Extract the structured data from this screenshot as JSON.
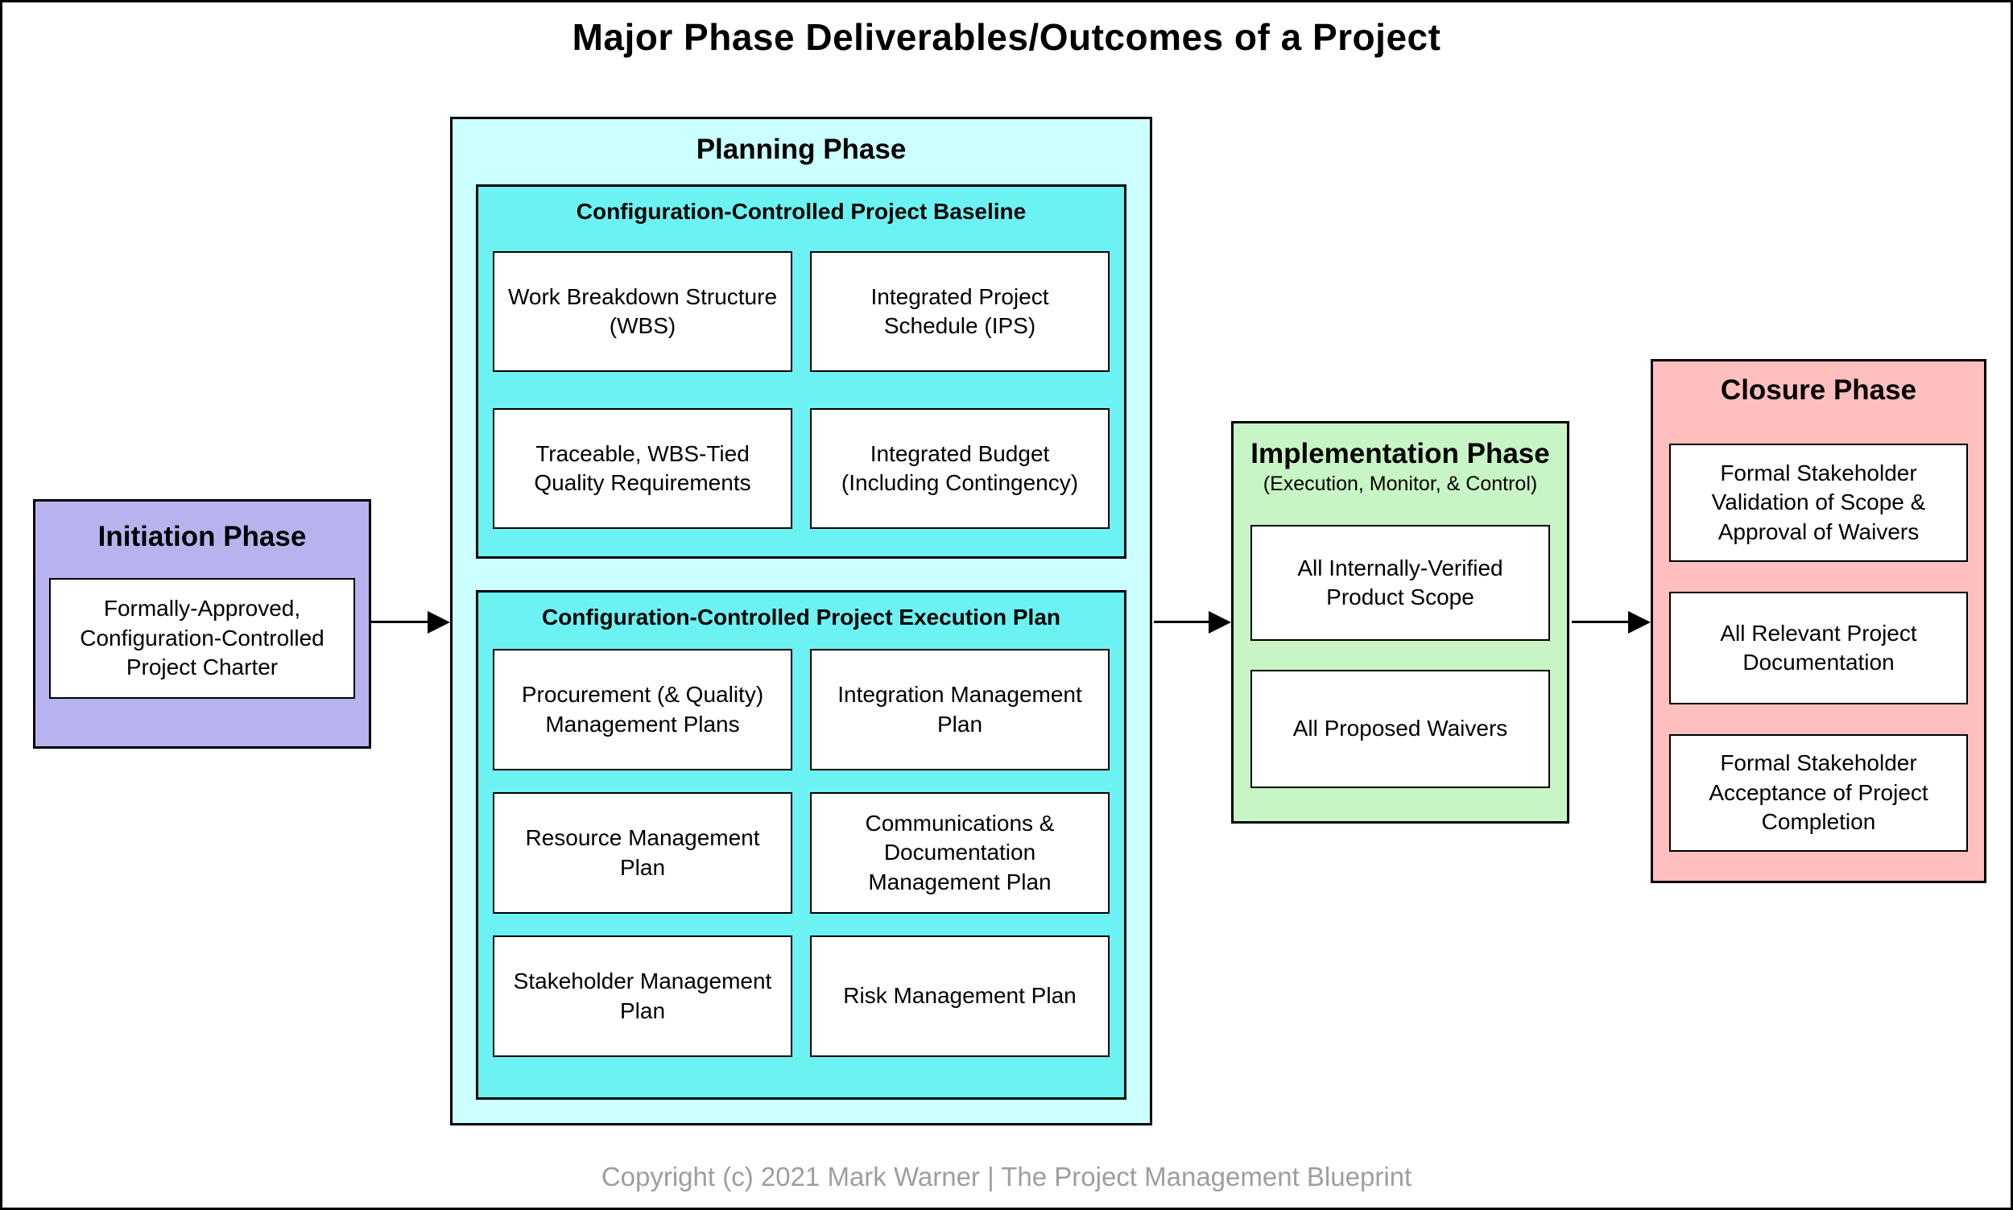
{
  "title": "Major Phase Deliverables/Outcomes of a Project",
  "colors": {
    "initiation_bg": "#b6b3ee",
    "planning_bg": "#ccffff",
    "section_bg": "#6cf2f2",
    "implementation_bg": "#c8f5c5",
    "closure_bg": "#ffbfbf",
    "card_bg": "#ffffff",
    "line": "#000000",
    "footer_text": "#9e9e9e"
  },
  "phases": {
    "initiation": {
      "title": "Initiation Phase",
      "items": [
        "Formally-Approved, Configuration-Controlled Project Charter"
      ]
    },
    "planning": {
      "title": "Planning Phase",
      "sections": [
        {
          "title": "Configuration-Controlled Project Baseline",
          "items": [
            "Work Breakdown Structure (WBS)",
            "Integrated Project Schedule (IPS)",
            "Traceable, WBS-Tied Quality Requirements",
            "Integrated Budget (Including Contingency)"
          ]
        },
        {
          "title": "Configuration-Controlled Project Execution Plan",
          "items": [
            "Procurement (& Quality) Management Plans",
            "Integration Management Plan",
            "Resource Management Plan",
            "Communications & Documentation Management Plan",
            "Stakeholder Management Plan",
            "Risk Management Plan"
          ]
        }
      ]
    },
    "implementation": {
      "title": "Implementation Phase",
      "subtitle": "(Execution, Monitor, & Control)",
      "items": [
        "All Internally-Verified Product Scope",
        "All Proposed Waivers"
      ]
    },
    "closure": {
      "title": "Closure Phase",
      "items": [
        "Formal Stakeholder Validation of Scope & Approval of Waivers",
        "All Relevant Project Documentation",
        "Formal Stakeholder Acceptance of Project Completion"
      ]
    }
  },
  "footer": {
    "copyright": "Copyright (c) 2021 Mark Warner | The Project Management Blueprint"
  }
}
